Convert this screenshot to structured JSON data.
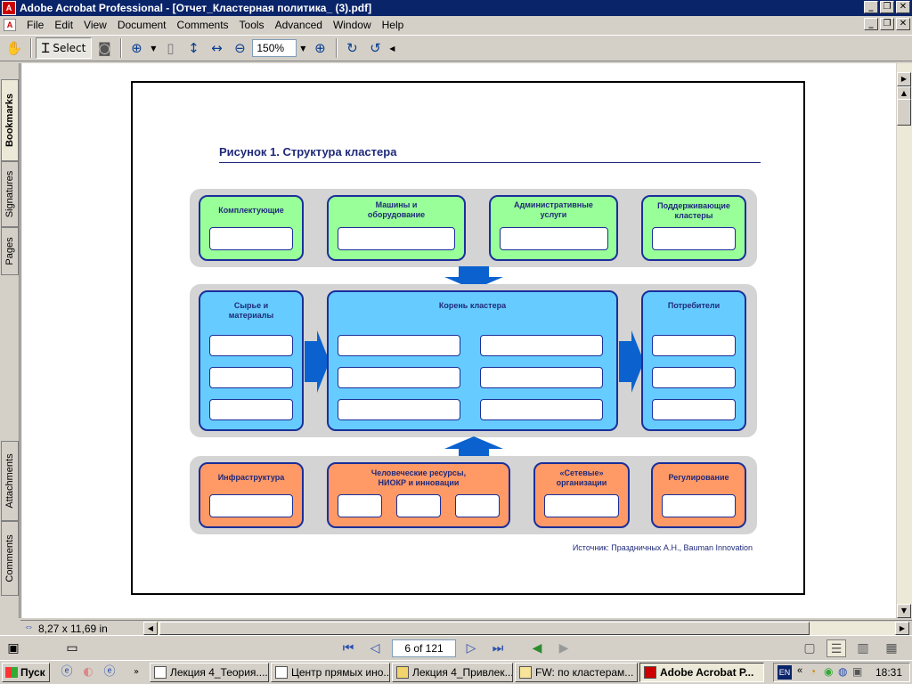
{
  "window": {
    "title": "Adobe Acrobat Professional - [Отчет_Кластерная политика_ (3).pdf]",
    "minimize": "_",
    "restore": "❐",
    "close": "✕"
  },
  "menu": {
    "items": [
      "File",
      "Edit",
      "View",
      "Document",
      "Comments",
      "Tools",
      "Advanced",
      "Window",
      "Help"
    ]
  },
  "toolbar": {
    "select_label": "Select",
    "zoom_value": "150%"
  },
  "left_tabs": [
    "Bookmarks",
    "Signatures",
    "Pages",
    "Attachments",
    "Comments"
  ],
  "figure": {
    "title": "Рисунок 1. Структура кластера",
    "top_row": [
      "Комплектующие",
      "Машины и\nоборудование",
      "Административные\nуслуги",
      "Поддерживающие\nкластеры"
    ],
    "middle": {
      "left": "Сырье и\nматериалы",
      "center": "Корень кластера",
      "right": "Потребители"
    },
    "bottom_row": [
      "Инфраструктура",
      "Человеческие ресурсы,\nНИОКР  и инновации",
      "«Сетевые»\nорганизации",
      "Регулирование"
    ],
    "source": "Источник: Праздничных А.Н., Bauman Innovation"
  },
  "status": {
    "page_size": "8,27 x 11,69 in",
    "page_field": "6 of 121"
  },
  "taskbar": {
    "start": "Пуск",
    "tasks": [
      "Лекция 4_Теория....",
      "Центр прямых ино...",
      "Лекция 4_Привлек...",
      "FW:  по кластерам...",
      "Adobe Acrobat P..."
    ],
    "lang": "EN",
    "clock": "18:31"
  },
  "colors": {
    "top_row": "#99ff99",
    "middle_row": "#66ccff",
    "bottom_row": "#ff9966",
    "border": "#1a2f9a",
    "arrow": "#0b62cf"
  }
}
